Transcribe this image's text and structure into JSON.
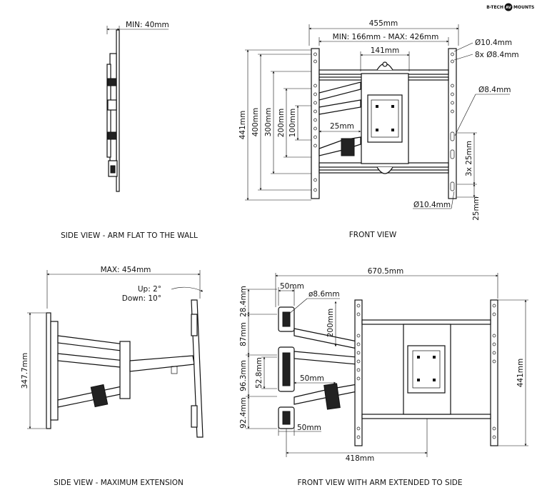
{
  "brand": {
    "left": "B-TECH",
    "badge": "AV",
    "right": "MOUNTS"
  },
  "views": {
    "side_flat": {
      "caption": "SIDE VIEW - ARM FLAT TO THE WALL",
      "min_depth": "MIN: 40mm"
    },
    "front": {
      "caption": "FRONT VIEW",
      "width": "455mm",
      "range": "MIN: 166mm - MAX: 426mm",
      "vesa_width": "141mm",
      "hole_large_top": "Ø10.4mm",
      "hole_small_count": "8x Ø8.4mm",
      "hole_slot": "Ø8.4mm",
      "hole_large_bottom": "Ø10.4mm",
      "h_441": "441mm",
      "h_400": "400mm",
      "h_300": "300mm",
      "h_200": "200mm",
      "h_100": "100mm",
      "gap_25": "25mm",
      "slot_pitch": "3x 25mm",
      "slot_end": "25mm"
    },
    "side_ext": {
      "caption": "SIDE VIEW - MAXIMUM EXTENSION",
      "max_depth": "MAX: 454mm",
      "tilt_up": "Up: 2°",
      "tilt_down": "Down: 10°",
      "height": "347.7mm"
    },
    "front_ext": {
      "caption": "FRONT VIEW WITH ARM EXTENDED TO SIDE",
      "total_width": "670.5mm",
      "bracket_w_top": "50mm",
      "hole": "ø8.6mm",
      "top_h": "28.4mm",
      "vert_200": "200mm",
      "h_87": "87mm",
      "h_96": "96.3mm",
      "h_52": "52.8mm",
      "inner_50": "50mm",
      "h_92": "92.4mm",
      "bracket_w_bottom": "50mm",
      "h_441": "441mm",
      "offset": "418mm"
    }
  }
}
